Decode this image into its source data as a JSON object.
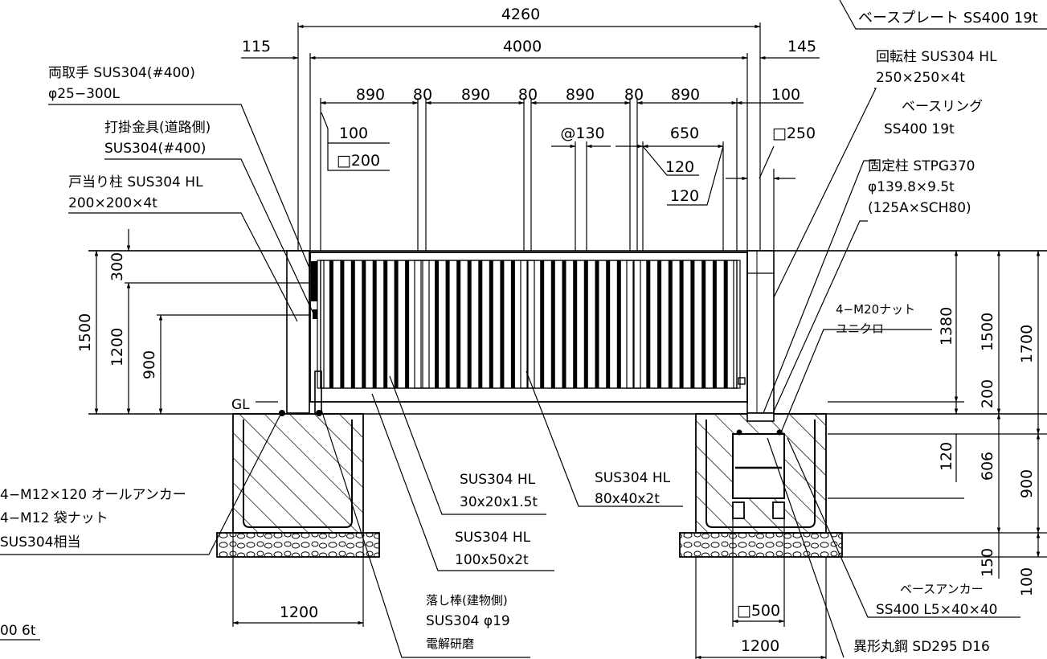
{
  "dims": {
    "overall_width": "4260",
    "gate_width": "4000",
    "left_offset": "115",
    "right_offset": "145",
    "panel_1": "890",
    "gap_1": "80",
    "panel_2": "890",
    "gap_2": "80",
    "panel_3": "890",
    "gap_3": "80",
    "panel_4": "890",
    "right_end": "100",
    "left_end": "100",
    "pitch": "@130",
    "span_650": "650",
    "bar_120_a": "120",
    "bar_120_b": "120",
    "post_square_250": "□250",
    "post_square_200": "□200",
    "h_300": "300",
    "h_1500_left": "1500",
    "h_1200": "1200",
    "h_900_left": "900",
    "h_1380": "1380",
    "h_1500_right": "1500",
    "h_1700": "1700",
    "h_200": "200",
    "h_120": "120",
    "h_606": "606",
    "h_900_right": "900",
    "h_150": "150",
    "h_100": "100",
    "found_left_width": "1200",
    "found_right_width": "1200",
    "found_square_500": "□500"
  },
  "labels": {
    "base_plate_line1": "ベースプレート SS400 19t",
    "handle_line1": "両取手 SUS304(#400)",
    "handle_line2": "φ25−300L",
    "latch_line1": "打掛金具(道路側)",
    "latch_line2": "SUS304(#400)",
    "doorstop_line1": "戸当り柱 SUS304 HL",
    "doorstop_line2": "200×200×4t",
    "rotating_line1": "回転柱 SUS304 HL",
    "rotating_line2": "250×250×4t",
    "base_ring_line1": "ベースリング",
    "base_ring_line2": "SS400 19t",
    "fixed_post_line1": "固定柱 STPG370",
    "fixed_post_line2": "φ139.8×9.5t",
    "fixed_post_line3": "(125A×SCH80)",
    "nut_line1": "4−M20ナット",
    "nut_line2": "ユニクロ",
    "gl": "GL",
    "anchor_line1": "4−M12×120 オールアンカー",
    "anchor_line2": "4−M12 袋ナット",
    "anchor_line3": "SUS304相当",
    "bar_30_line1": "SUS304 HL",
    "bar_30_line2": "30x20x1.5t",
    "bar_80_line1": "SUS304 HL",
    "bar_80_line2": "80x40x2t",
    "bar_100_line1": "SUS304 HL",
    "bar_100_line2": "100x50x2t",
    "drop_rod_line1": "落し棒(建物側)",
    "drop_rod_line2": "SUS304 φ19",
    "drop_rod_line3": "電解研磨",
    "base_anchor_line1": "ベースアンカー",
    "base_anchor_line2": "SS400 L5×40×40",
    "rebar_line1": "異形丸鋼 SD295 D16",
    "cut_plate": "00 6t"
  }
}
